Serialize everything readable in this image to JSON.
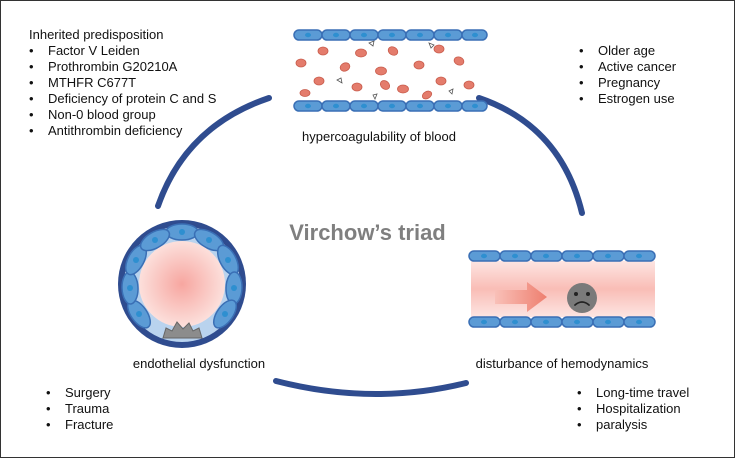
{
  "title": "Virchow’s triad",
  "top": {
    "label": "hypercoagulability of blood",
    "inherited_heading": "Inherited predisposition",
    "inherited_items": [
      "Factor V Leiden",
      "Prothrombin G20210A",
      "MTHFR C677T",
      "Deficiency of protein C and S",
      "Non-0 blood group",
      "Antithrombin deficiency"
    ],
    "acquired_items": [
      "Older age",
      "Active cancer",
      "Pregnancy",
      "Estrogen use"
    ]
  },
  "left": {
    "label": "endothelial dysfunction",
    "items": [
      "Surgery",
      "Trauma",
      "Fracture"
    ]
  },
  "right": {
    "label": "disturbance of hemodynamics",
    "items": [
      "Long-time travel",
      "Hospitalization",
      "paralysis"
    ]
  },
  "colors": {
    "arc": "#2f4c8f",
    "cell_fill": "#5b9bd5",
    "cell_stroke": "#3a6fb5",
    "nucleus": "#2e8fd0",
    "rbc": "#e47c6c",
    "lumen": "#fbd3cc",
    "arrow": "#f08c7c",
    "face": "#7a7a7a",
    "title": "#7f7f7f"
  }
}
